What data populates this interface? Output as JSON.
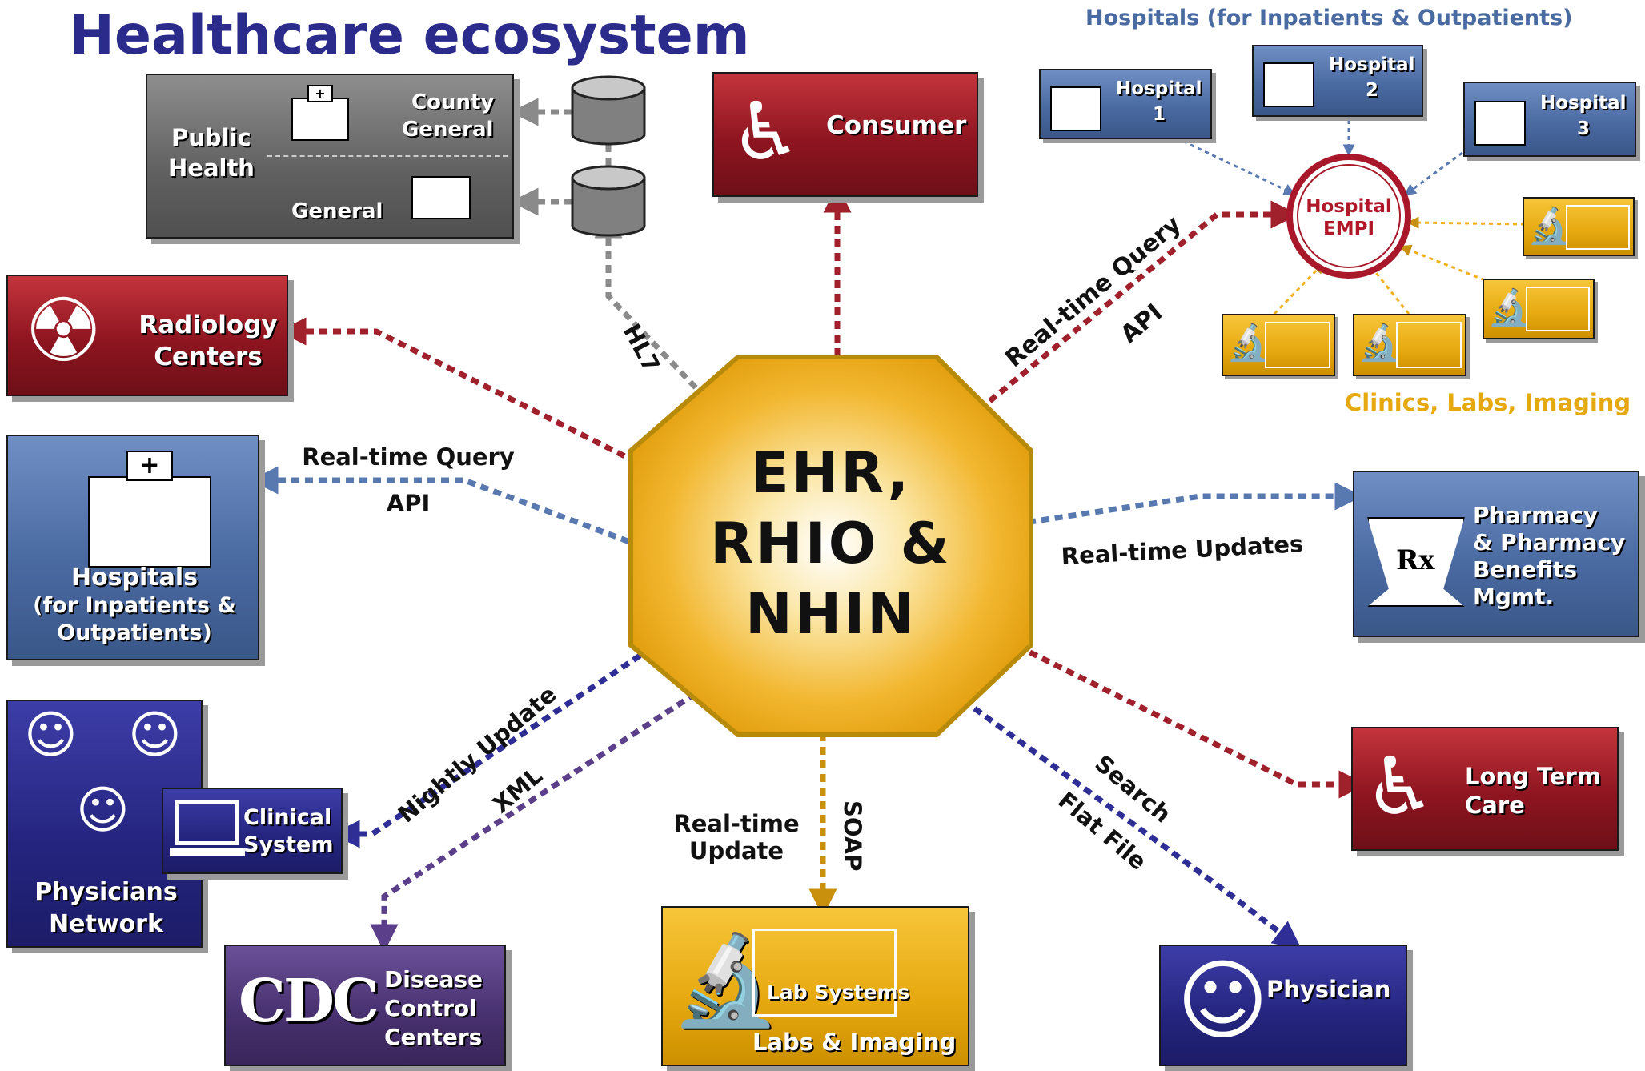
{
  "title": "Healthcare ecosystem",
  "center": {
    "line1": "EHR,",
    "line2": "RHIO &",
    "line3": "NHIN"
  },
  "public_health": {
    "label_line1": "Public",
    "label_line2": "Health",
    "county_line1": "County",
    "county_line2": "General",
    "general": "General"
  },
  "consumer": "Consumer",
  "radiology": {
    "line1": "Radiology",
    "line2": "Centers"
  },
  "hospitals_left": {
    "line1": "Hospitals",
    "line2": "(for Inpatients &",
    "line3": "Outpatients)"
  },
  "physicians_network": {
    "line1": "Physicians",
    "line2": "Network",
    "clinical_line1": "Clinical",
    "clinical_line2": "System"
  },
  "cdc": {
    "logo": "CDC",
    "line1": "Disease",
    "line2": "Control",
    "line3": "Centers"
  },
  "lab": {
    "systems": "Lab Systems",
    "imaging": "Labs & Imaging"
  },
  "physician": "Physician",
  "long_term_care": {
    "line1": "Long Term",
    "line2": "Care"
  },
  "pharmacy": {
    "line1": "Pharmacy",
    "line2": "& Pharmacy",
    "line3": "Benefits",
    "line4": "Mgmt.",
    "rx": "Rx"
  },
  "hospitals_group": {
    "heading": "Hospitals (for Inpatients & Outpatients)",
    "hospital1": {
      "line1": "Hospital",
      "line2": "1"
    },
    "hospital2": {
      "line1": "Hospital",
      "line2": "2"
    },
    "hospital3": {
      "line1": "Hospital",
      "line2": "3"
    },
    "empi_line1": "Hospital",
    "empi_line2": "EMPI"
  },
  "clinics_heading": "Clinics, Labs, Imaging",
  "connection_labels": {
    "hl7": "HL7",
    "rtq_line1": "Real-time Query",
    "rtq_line2": "API",
    "rtq_left_line1": "Real-time Query",
    "rtq_left_line2": "API",
    "rt_updates": "Real-time Updates",
    "nightly_line1": "Nightly Update",
    "nightly_line2": "XML",
    "rt_update_line1": "Real-time",
    "rt_update_line2": "Update",
    "soap": "SOAP",
    "search_line1": "Search",
    "search_line2": "Flat File"
  },
  "colors": {
    "title": "#2b2b8c",
    "red": "#8e1520",
    "blue": "#4a6aa2",
    "navy": "#24247e",
    "gold": "#e6a80f",
    "gray": "#606060",
    "purple": "#47306e",
    "hospital_heading": "#4a6aa2",
    "clinics_heading": "#e6a80f",
    "empi": "#b0182a"
  }
}
